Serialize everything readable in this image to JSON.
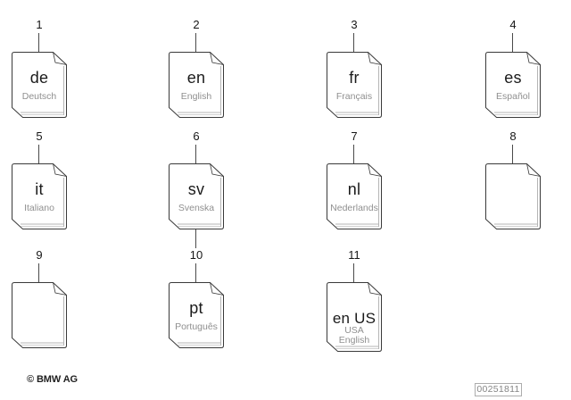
{
  "diagram": {
    "kind": "language-booklet-parts-diagram",
    "colors": {
      "background": "#ffffff",
      "book_outline": "#3a3a3a",
      "page_edge": "#b5b5b5",
      "code_text": "#1b1b1b",
      "name_text": "#8f8f8f",
      "number_text": "#161616",
      "part_code_text": "#858585",
      "part_code_border": "#adadad"
    }
  },
  "items": [
    {
      "number": "1",
      "code": "de",
      "name": "Deutsch"
    },
    {
      "number": "2",
      "code": "en",
      "name": "English"
    },
    {
      "number": "3",
      "code": "fr",
      "name": "Français"
    },
    {
      "number": "4",
      "code": "es",
      "name": "Español"
    },
    {
      "number": "5",
      "code": "it",
      "name": "Italiano"
    },
    {
      "number": "6",
      "code": "sv",
      "name": "Svenska"
    },
    {
      "number": "7",
      "code": "nl",
      "name": "Nederlands"
    },
    {
      "number": "8"
    },
    {
      "number": "9"
    },
    {
      "number": "10",
      "code": "pt",
      "name": "Português"
    },
    {
      "number": "11",
      "code": "en US",
      "name_lines": [
        "USA",
        "English"
      ]
    }
  ],
  "footer": {
    "copyright": "© BMW AG",
    "part_code": "00251811"
  }
}
